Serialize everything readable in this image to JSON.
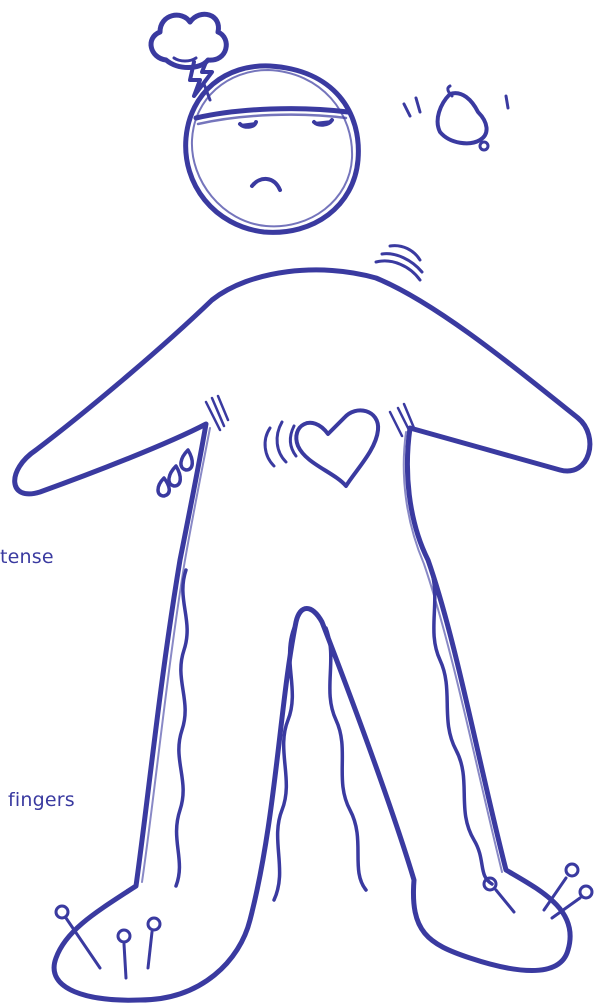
{
  "labels": {
    "tense": "tense",
    "fingers": "fingers"
  },
  "colors": {
    "ink": "#3a3aa0",
    "background": "#ffffff"
  },
  "symbols": [
    "storm-cloud-icon",
    "lightning-bolt-icon",
    "worried-face",
    "bell-icon",
    "beating-heart-icon",
    "sweat-drops-icon",
    "pins-and-needles-icon"
  ]
}
